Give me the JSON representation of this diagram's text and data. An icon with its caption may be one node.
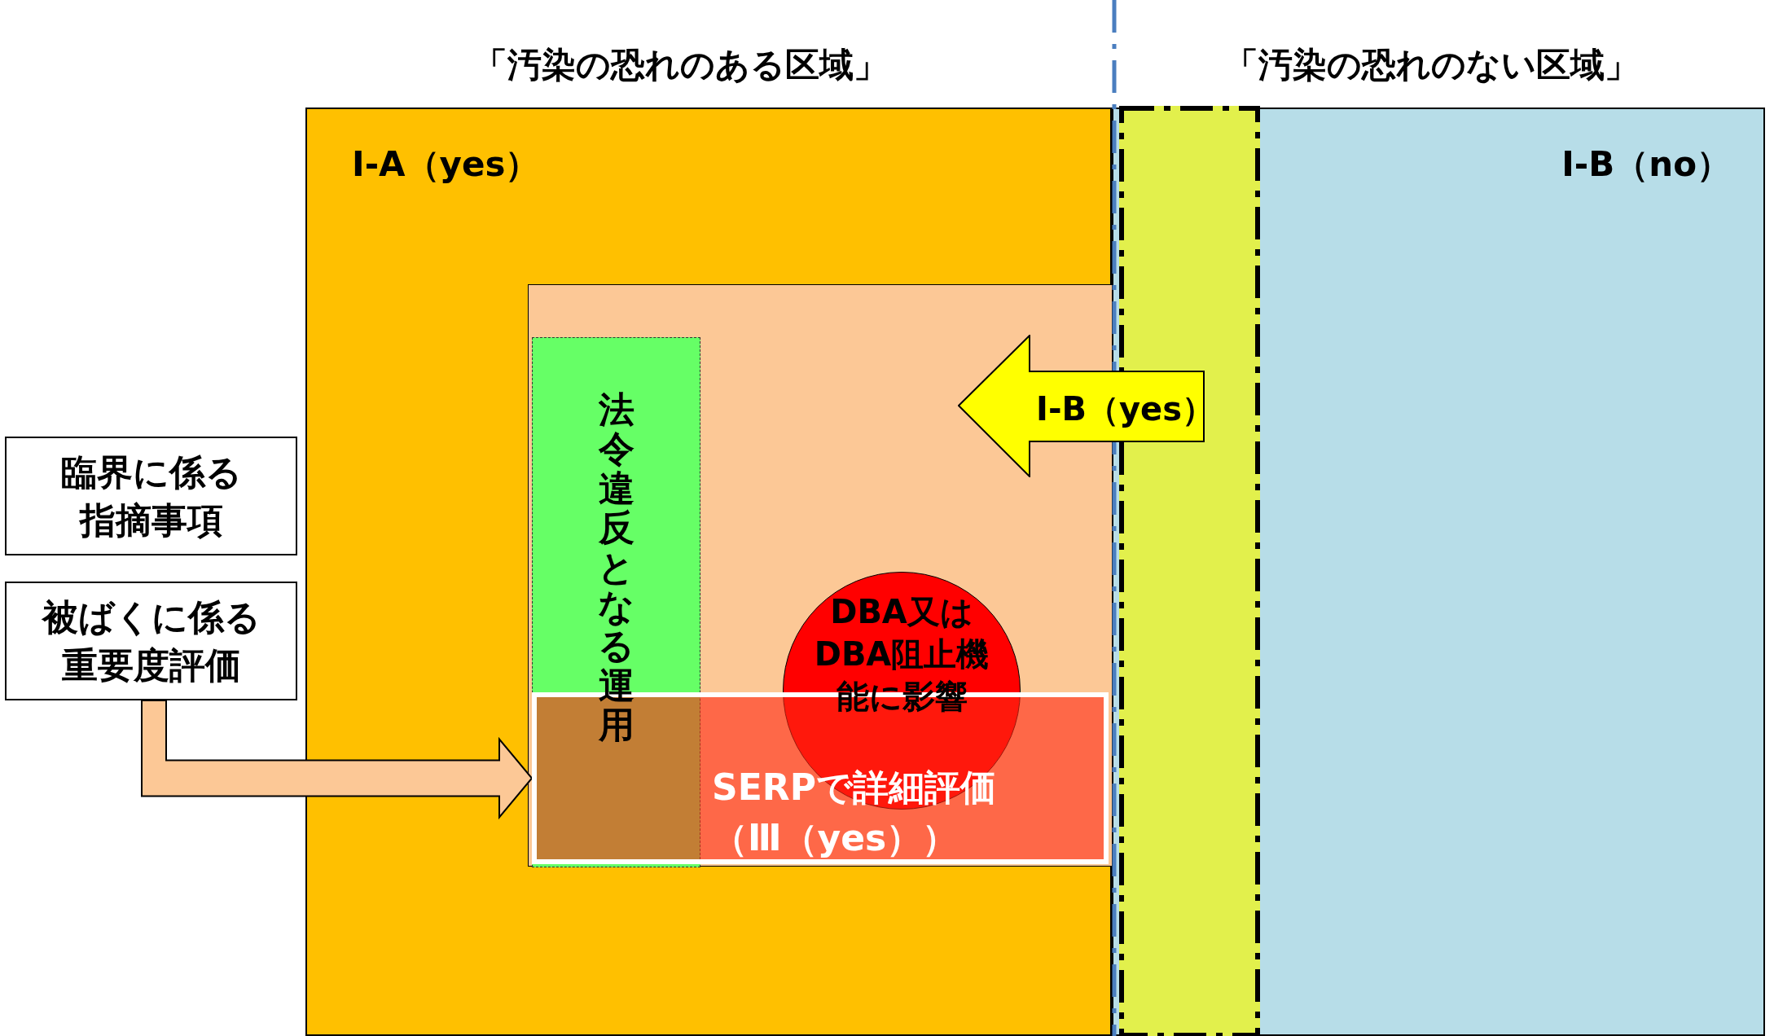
{
  "diagram": {
    "nodes": [
      {
        "text": [
          "「汚染の恐れのある区域」",
          "Ⅰ-A（yes）"
        ]
      },
      {
        "text": [
          "「汚染の恐れのない区域」",
          "Ⅰ-B（no）"
        ]
      },
      {
        "text": [],
        "shape": "box",
        "in": 1
      },
      {
        "text": [],
        "shape": "box",
        "in": 0
      },
      {
        "text": [
          "法令違反となる運用"
        ],
        "in": 3
      },
      {
        "text": [
          "DBA又はDBA阻止機能に影響"
        ],
        "in": 3
      },
      {
        "text": [
          "SERPで詳細評価（Ⅲ（yes））"
        ],
        "in": 3
      },
      {
        "text": [
          "Ⅰ-B（yes）"
        ]
      },
      {
        "text": [
          "臨界に係る指摘事項"
        ]
      },
      {
        "text": [
          "被ばくに係る重要度評価"
        ]
      }
    ],
    "edges": [
      {
        "from": 9,
        "to": 6,
        "arrow": "to"
      }
    ]
  }
}
